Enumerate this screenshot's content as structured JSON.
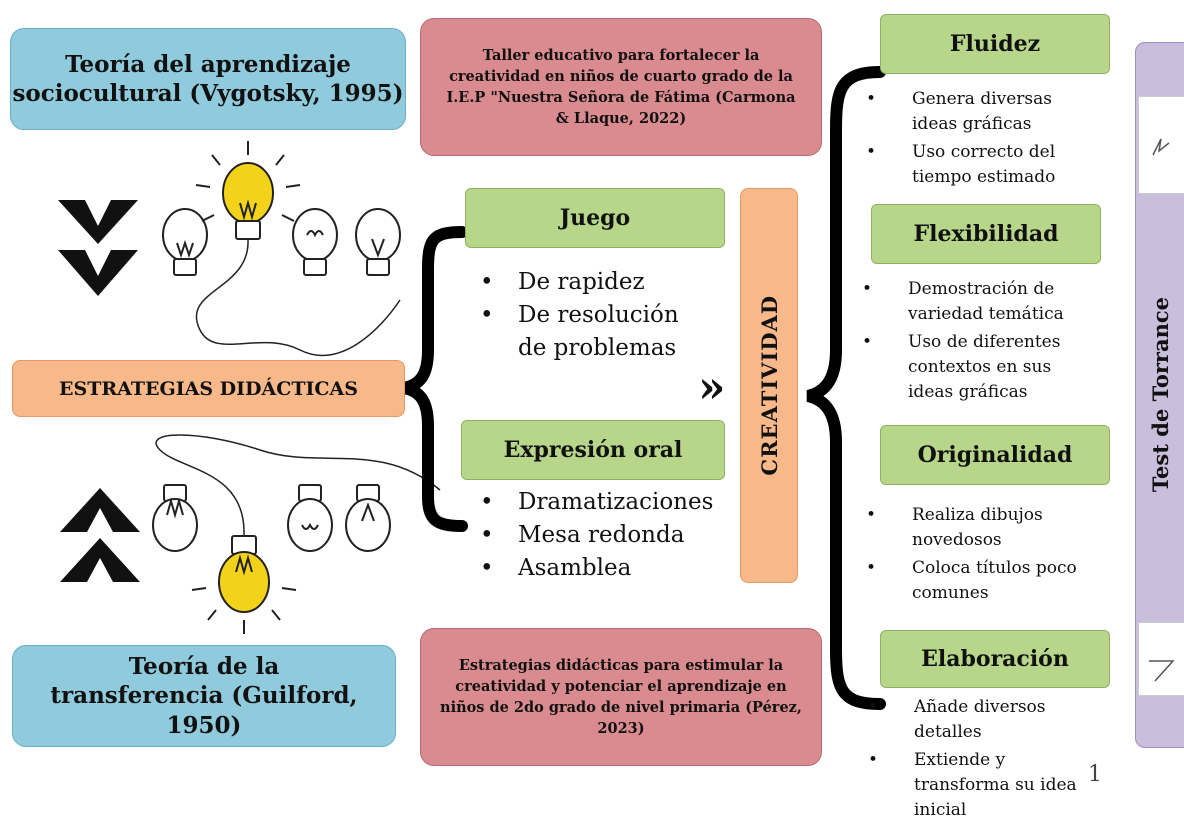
{
  "theory_top": "Teoría del aprendizaje sociocultural (Vygotsky, 1995)",
  "theory_bottom": "Teoría de la transferencia (Guilford, 1950)",
  "study_top": "Taller educativo para fortalecer la creatividad en niños de cuarto grado de la I.E.P \"Nuestra Señora de Fátima (Carmona & Llaque, 2022)",
  "study_bottom": "Estrategias didácticas para estimular la creatividad y potenciar el aprendizaje en niños de 2do grado de nivel primaria (Pérez, 2023)",
  "strategies": "ESTRATEGIAS DIDÁCTICAS",
  "juego": {
    "label": "Juego",
    "items": [
      "De rapidez",
      "De resolución",
      "de problemas"
    ]
  },
  "expresion": {
    "label": "Expresión oral",
    "items": [
      "Dramatizaciones",
      "Mesa redonda",
      "Asamblea"
    ]
  },
  "arrow_symbol": "»",
  "creatividad": "CREATIVIDAD",
  "fluidez": {
    "label": "Fluidez",
    "items": [
      "Genera diversas ideas gráficas",
      "Uso correcto del tiempo estimado"
    ]
  },
  "flexibilidad": {
    "label": "Flexibilidad",
    "items": [
      "Demostración de variedad temática",
      "Uso de diferentes contextos en sus ideas gráficas"
    ]
  },
  "originalidad": {
    "label": "Originalidad",
    "items": [
      "Realiza dibujos novedosos",
      "Coloca títulos poco comunes"
    ]
  },
  "elaboracion": {
    "label": "Elaboración",
    "items": [
      "Añade diversos detalles",
      "Extiende y transforma su idea inicial"
    ]
  },
  "test": "Test de Torrance",
  "page_number": "1",
  "colors": {
    "blue": "#8fcbdc",
    "red": "#d98b8f",
    "green": "#b8d68a",
    "orange": "#f7b98a",
    "purple": "#c9bfdc",
    "bulb": "#f3d21a"
  }
}
